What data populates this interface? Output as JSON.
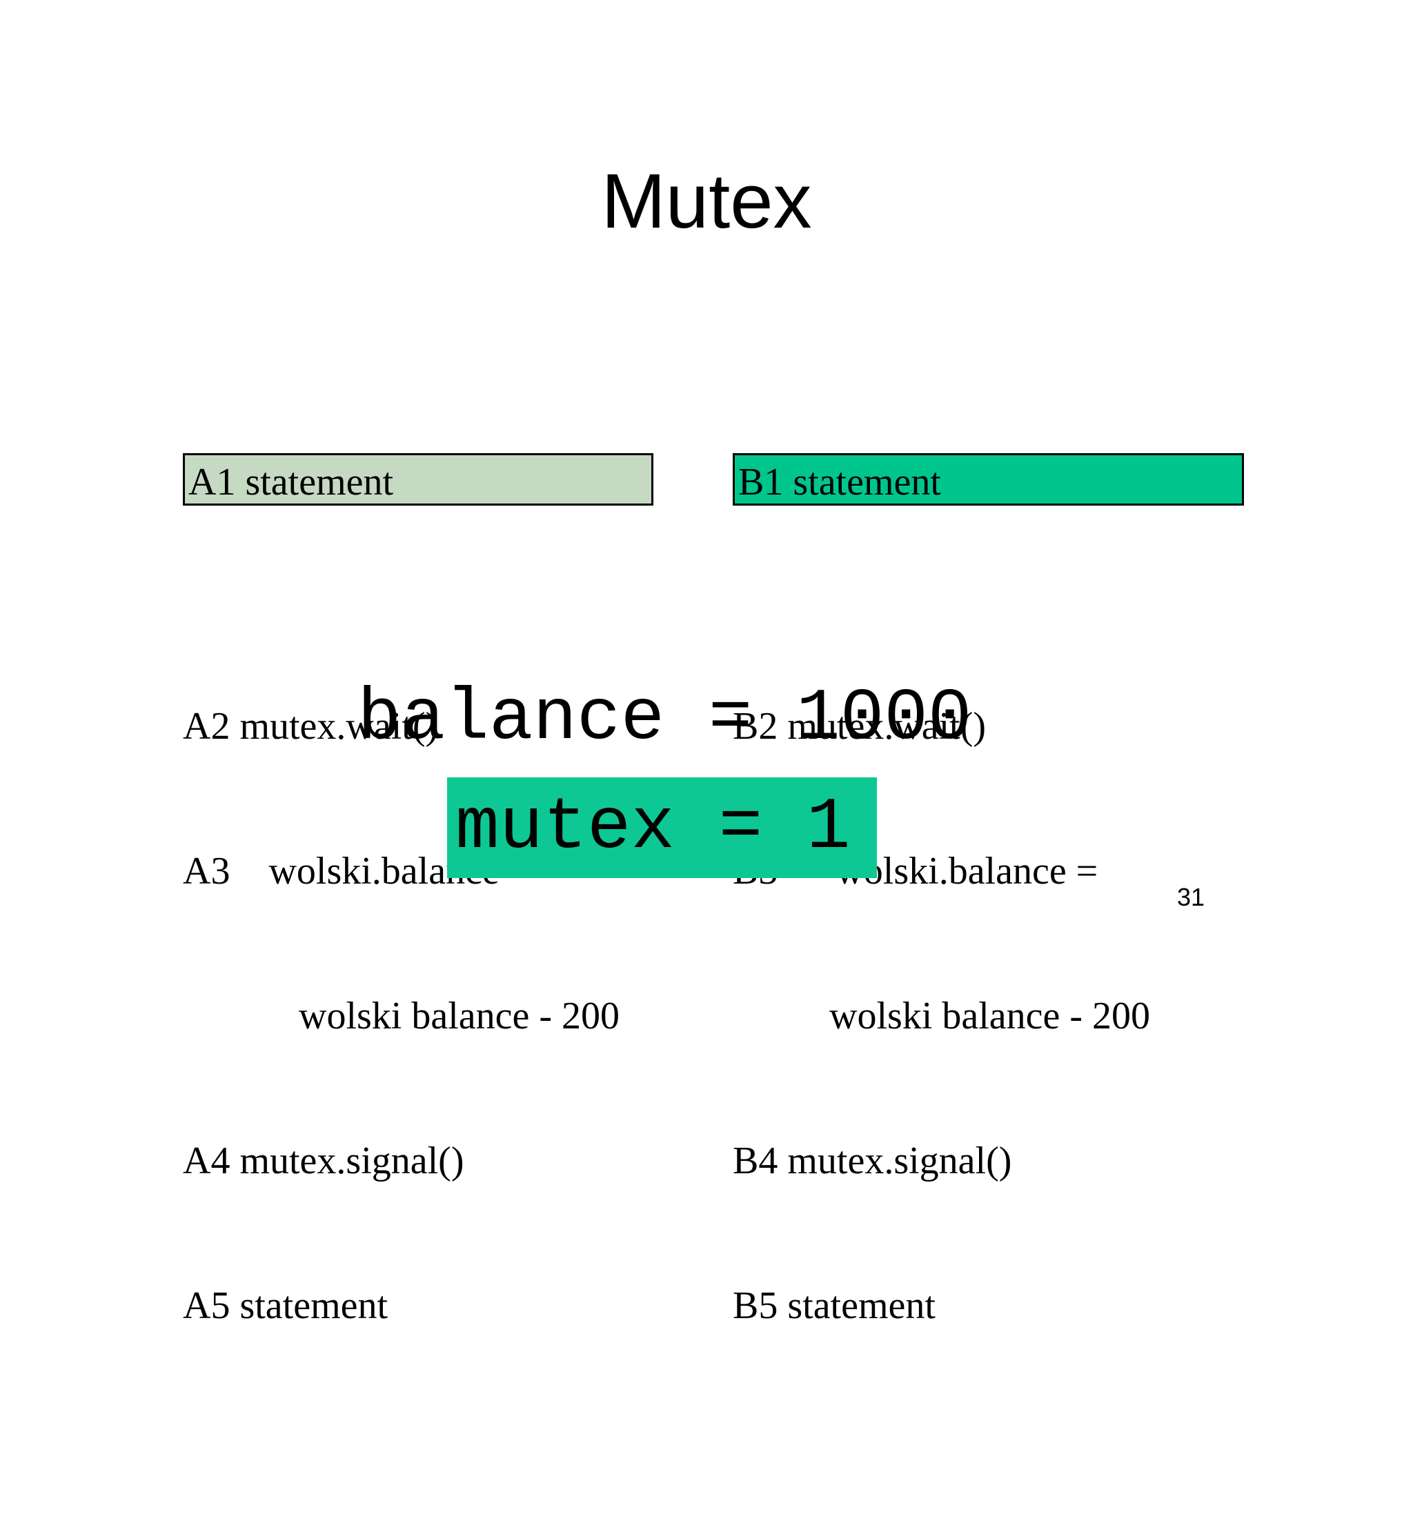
{
  "slide": {
    "title": "Mutex",
    "page_number": "31",
    "colors": {
      "thread_a_highlight": "#c5d9c3",
      "thread_b_highlight": "#00c68e",
      "mutex_box_fill": "#0dc894",
      "box_border": "#000000"
    },
    "thread_a": {
      "boxed_line": "A1 statement",
      "lines": [
        "A2 mutex.wait()",
        "A3    wolski.balance =",
        "            wolski balance - 200",
        "A4 mutex.signal()",
        "A5 statement"
      ]
    },
    "thread_b": {
      "boxed_line": "B1 statement",
      "lines": [
        "B2 mutex.wait()",
        "B3      wolski.balance =",
        "          wolski balance - 200",
        "B4 mutex.signal()",
        "B5 statement"
      ]
    },
    "state": {
      "balance_text": "balance = 1000",
      "mutex_text": "mutex = 1"
    }
  }
}
